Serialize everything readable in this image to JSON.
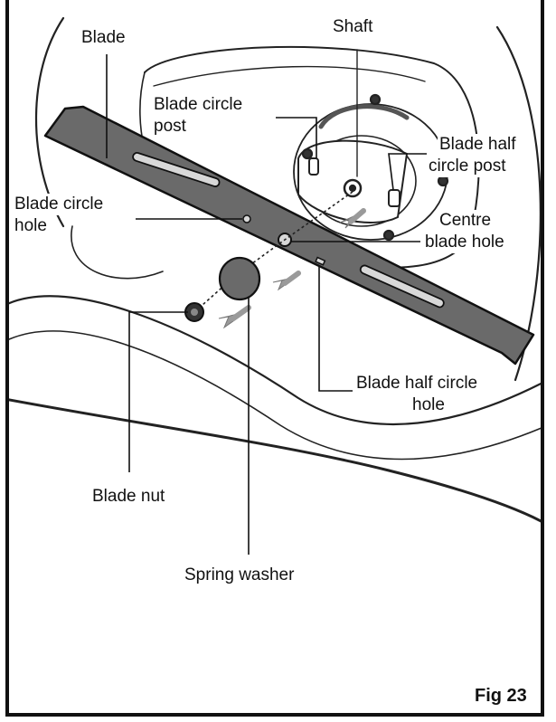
{
  "figure": {
    "caption": "Fig 23",
    "labels": {
      "blade": "Blade",
      "shaft": "Shaft",
      "blade_circle_post_1": "Blade circle",
      "blade_circle_post_2": "post",
      "blade_half_circle_post_1": "Blade half",
      "blade_half_circle_post_2": "circle post",
      "blade_circle_hole_1": "Blade circle",
      "blade_circle_hole_2": "hole",
      "centre_blade_hole_1": "Centre",
      "centre_blade_hole_2": "blade hole",
      "blade_half_circle_hole_1": "Blade half circle",
      "blade_half_circle_hole_2": "hole",
      "blade_nut": "Blade nut",
      "spring_washer": "Spring washer"
    }
  }
}
